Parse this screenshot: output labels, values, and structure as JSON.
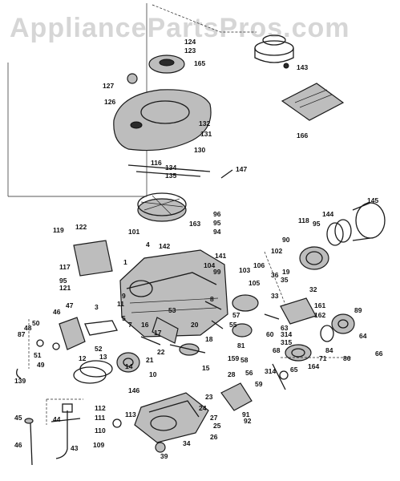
{
  "watermark": "AppliancePartsPros.com",
  "colors": {
    "ink": "#1a1a1a",
    "shade": "#bdbdbd",
    "paper": "#ffffff",
    "watermark": "#d6d6d6"
  },
  "callouts": [
    "124",
    "123",
    "165",
    "127",
    "126",
    "132",
    "131",
    "130",
    "116",
    "134",
    "135",
    "147",
    "143",
    "166",
    "145",
    "144",
    "118",
    "95",
    "90",
    "163",
    "96",
    "95",
    "94",
    "101",
    "142",
    "141",
    "102",
    "119",
    "122",
    "117",
    "95",
    "121",
    "1",
    "106",
    "103",
    "105",
    "4",
    "104",
    "99",
    "36",
    "35",
    "32",
    "161",
    "162",
    "89",
    "46",
    "47",
    "3",
    "11",
    "9",
    "5",
    "7",
    "8",
    "53",
    "20",
    "33",
    "19",
    "159",
    "58",
    "57",
    "55",
    "60",
    "63",
    "314",
    "315",
    "314",
    "64",
    "66",
    "86",
    "87",
    "48",
    "50",
    "51",
    "49",
    "52",
    "16",
    "17",
    "18",
    "22",
    "21",
    "13",
    "12",
    "14",
    "10",
    "15",
    "28",
    "81",
    "56",
    "59",
    "65",
    "68",
    "164",
    "71",
    "84",
    "139",
    "146",
    "23",
    "24",
    "25",
    "27",
    "91",
    "92",
    "112",
    "111",
    "113",
    "110",
    "109",
    "26",
    "34",
    "39",
    "45",
    "46",
    "44",
    "43"
  ]
}
